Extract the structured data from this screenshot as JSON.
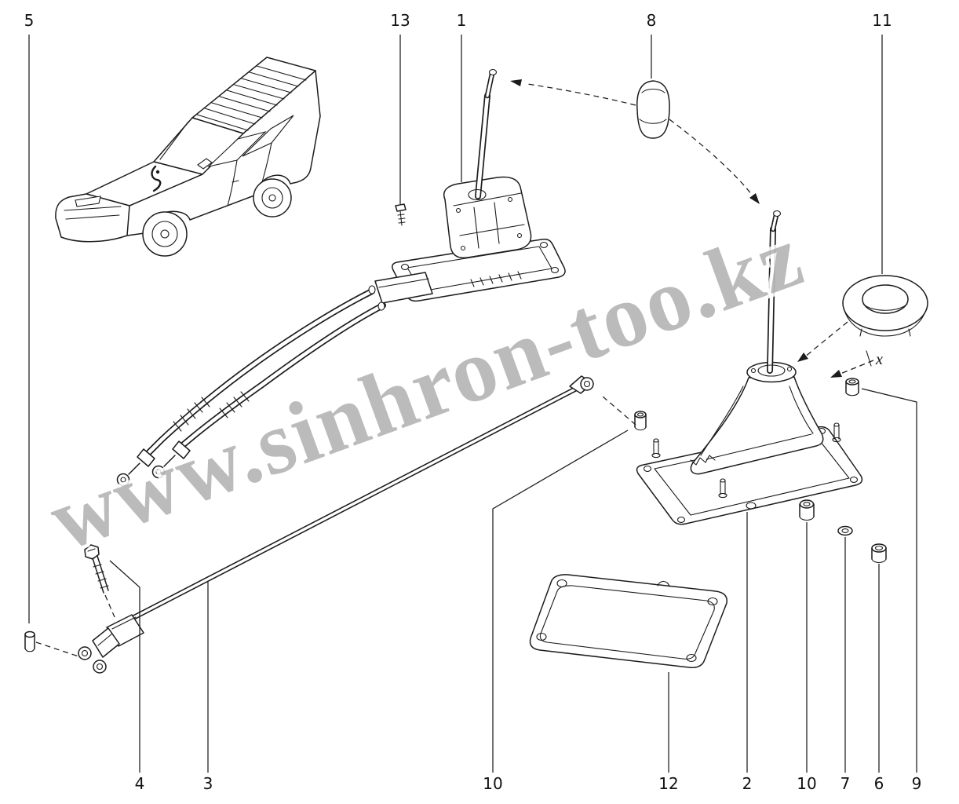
{
  "watermark": {
    "text": "www.sinhron-too.kz"
  },
  "dimension": {
    "label": "x"
  },
  "callouts": {
    "c1": {
      "label": "1"
    },
    "c2": {
      "label": "2"
    },
    "c3": {
      "label": "3"
    },
    "c4": {
      "label": "4"
    },
    "c5": {
      "label": "5"
    },
    "c6": {
      "label": "6"
    },
    "c7": {
      "label": "7"
    },
    "c8": {
      "label": "8"
    },
    "c9": {
      "label": "9"
    },
    "c10a": {
      "label": "10"
    },
    "c10b": {
      "label": "10"
    },
    "c11": {
      "label": "11"
    },
    "c12": {
      "label": "12"
    },
    "c13": {
      "label": "13"
    }
  }
}
